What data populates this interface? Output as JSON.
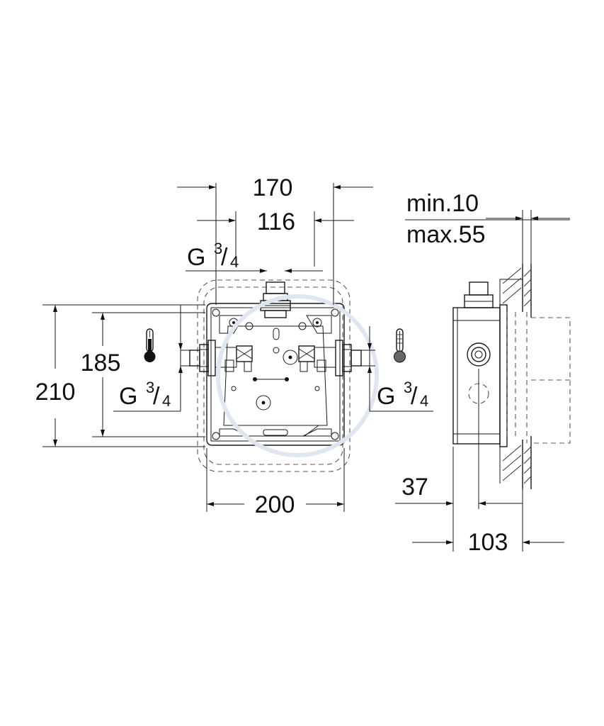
{
  "dimensions": {
    "d170": "170",
    "d116": "116",
    "d185": "185",
    "d210": "210",
    "d200": "200",
    "d37": "37",
    "d103": "103",
    "min10": "min.10",
    "max55": "max.55"
  },
  "thread_labels": {
    "g": "G",
    "num": "3",
    "den": "4",
    "slash": "/"
  },
  "icons": {
    "hot": "thermometer-hot-icon",
    "cold": "thermometer-cold-icon"
  }
}
